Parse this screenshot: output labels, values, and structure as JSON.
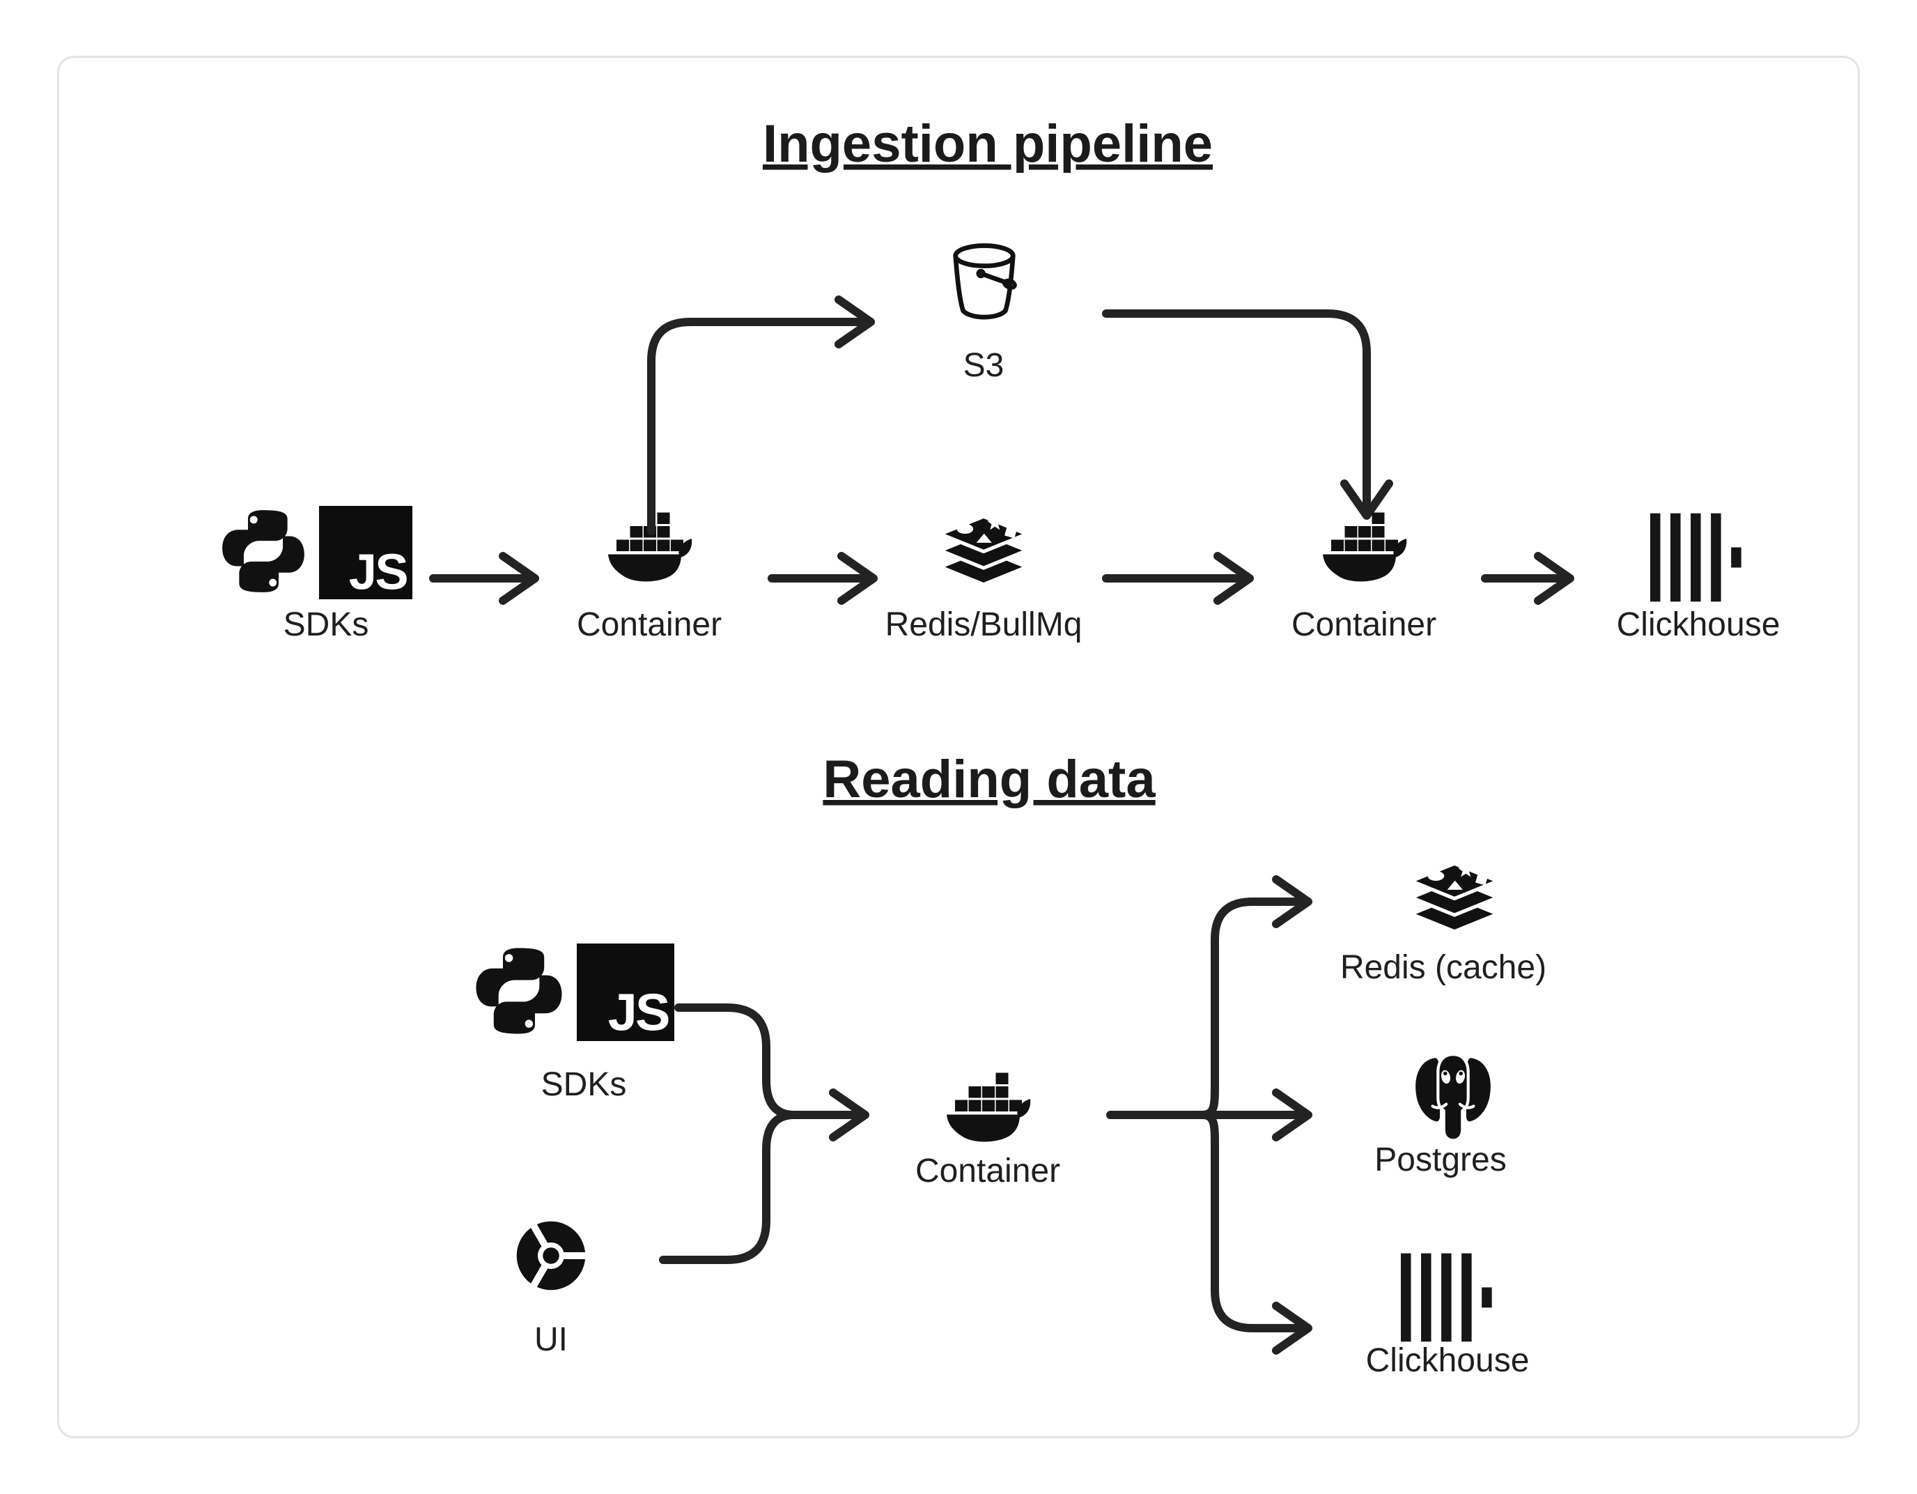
{
  "diagram": {
    "background": "#ffffff",
    "card_border": "#e4e4e4",
    "line_color": "#232323",
    "ink": "#1f1f1f"
  },
  "logos": {
    "js_text": "JS"
  },
  "ingestion": {
    "title": "Ingestion pipeline",
    "nodes": {
      "sdks": "SDKs",
      "container_in": "Container",
      "s3": "S3",
      "queue": "Redis/BullMq",
      "container_out": "Container",
      "clickhouse": "Clickhouse"
    }
  },
  "reading": {
    "title": "Reading data",
    "nodes": {
      "sdks": "SDKs",
      "ui": "UI",
      "container": "Container",
      "redis_cache": "Redis (cache)",
      "postgres": "Postgres",
      "clickhouse": "Clickhouse"
    }
  }
}
